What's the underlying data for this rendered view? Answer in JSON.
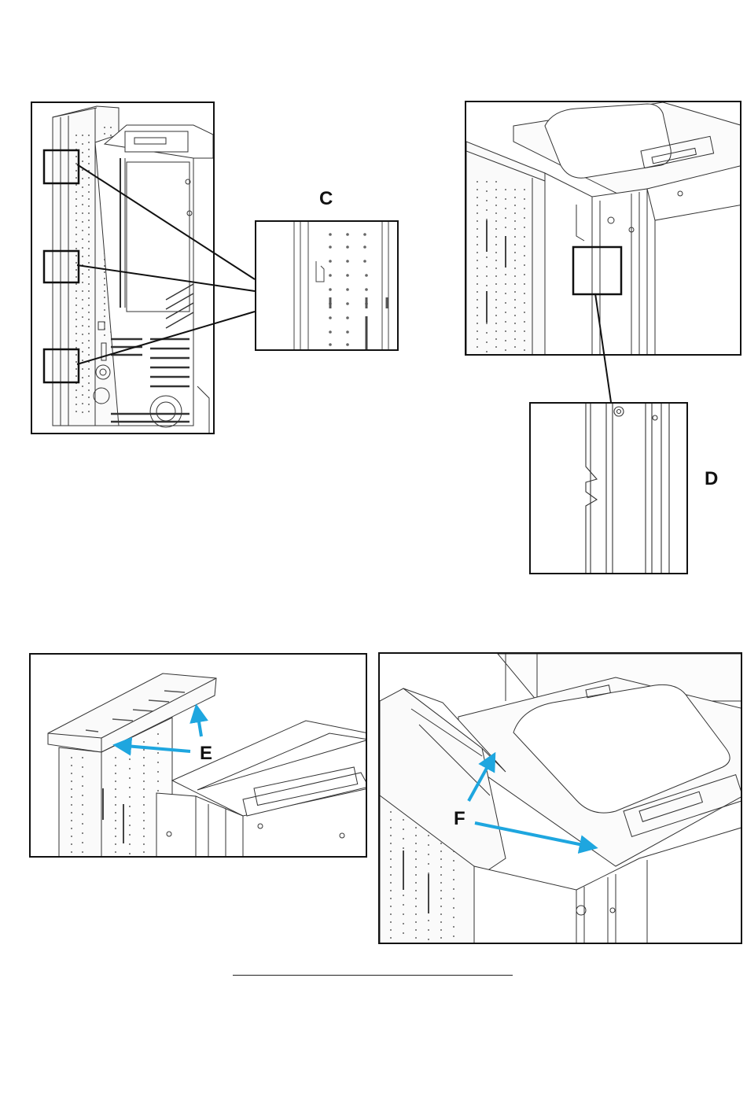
{
  "labels": {
    "c": "C",
    "d": "D",
    "e": "E",
    "f": "F"
  },
  "colors": {
    "ink": "#111111",
    "arrow": "#1ea6df",
    "paper": "#ffffff"
  }
}
